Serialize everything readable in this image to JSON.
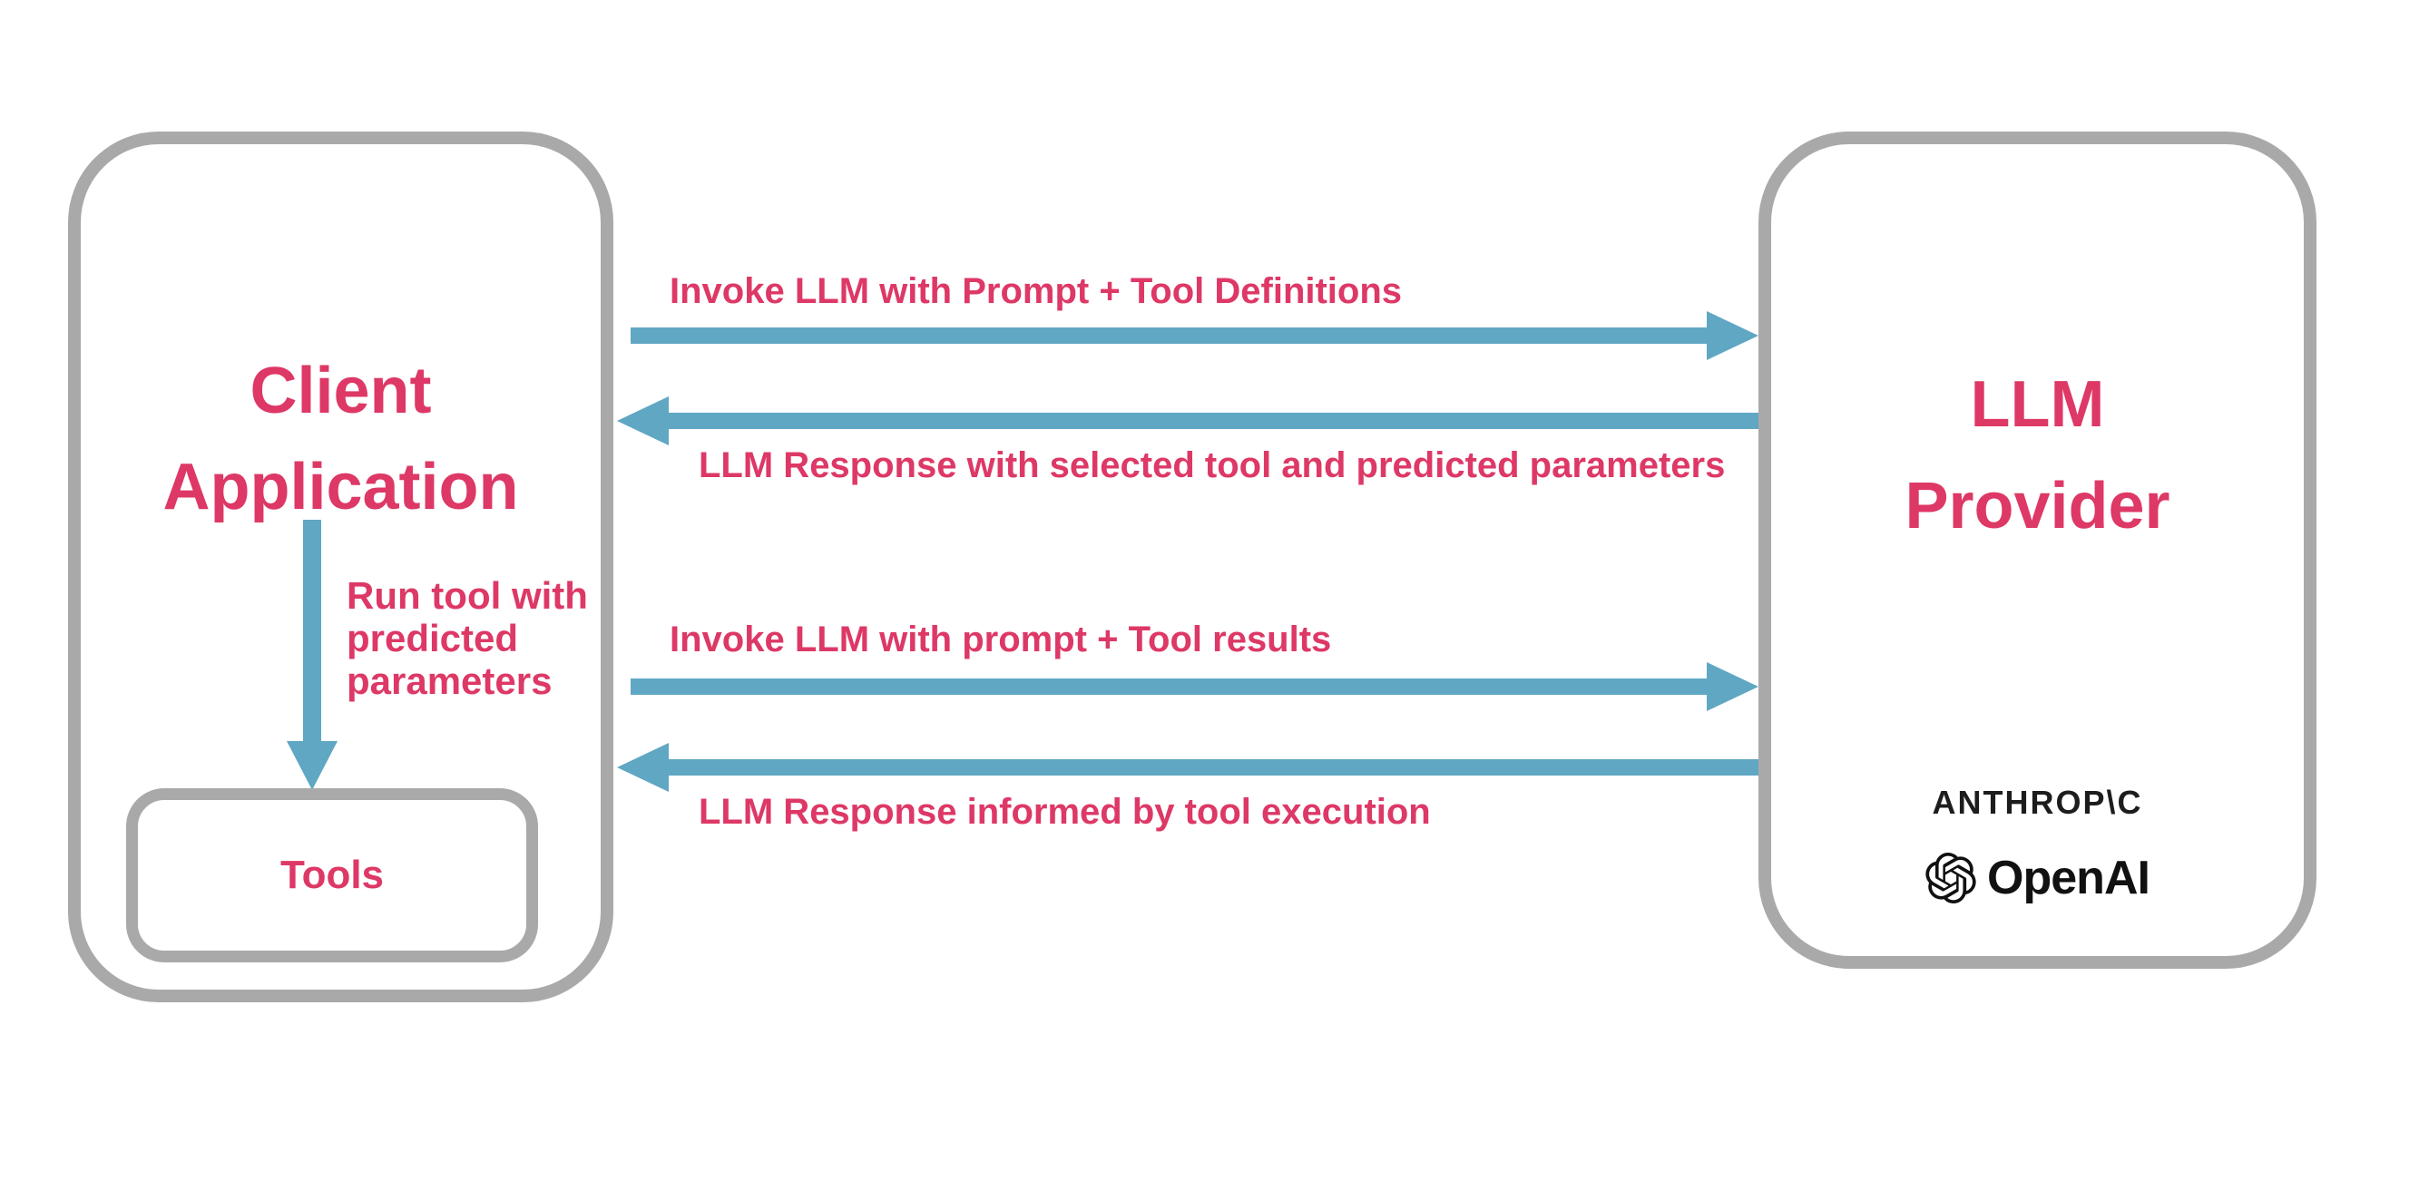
{
  "diagram": {
    "client_box": {
      "title_lines": [
        "Client",
        "Application"
      ],
      "tools_box": {
        "label": "Tools"
      },
      "run_tool_arrow": {
        "label_lines": [
          "Run tool with",
          "predicted",
          "parameters"
        ]
      }
    },
    "llm_box": {
      "title_lines": [
        "LLM",
        "Provider"
      ],
      "providers": {
        "anthropic_wordmark": "ANTHROP\\C",
        "openai_wordmark": "OpenAI",
        "openai_icon": "openai-flower-icon"
      }
    },
    "arrows": [
      {
        "direction": "right",
        "label": "Invoke LLM with Prompt + Tool Definitions"
      },
      {
        "direction": "left",
        "label": "LLM Response with selected tool and predicted parameters"
      },
      {
        "direction": "right",
        "label": "Invoke LLM with prompt + Tool results"
      },
      {
        "direction": "left",
        "label": "LLM Response informed by tool execution"
      }
    ],
    "colors": {
      "pink": "#dd3866",
      "blue": "#60a7c3",
      "gray": "#a9a9a9",
      "logo_dark": "#1d1d1d",
      "background": "#ffffff"
    }
  }
}
